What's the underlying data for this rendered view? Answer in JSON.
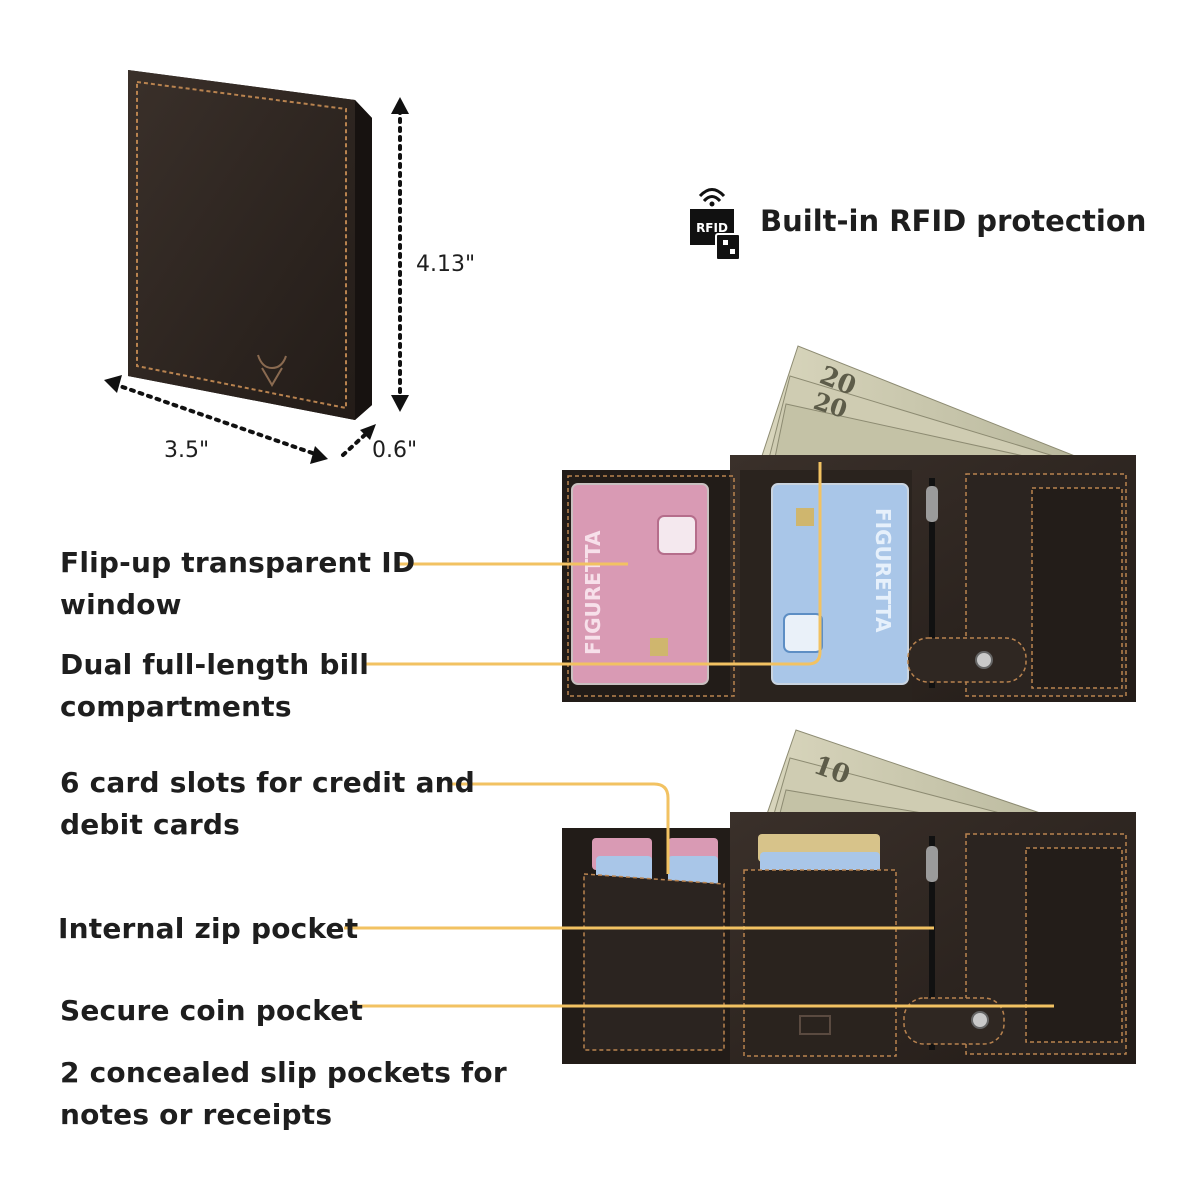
{
  "dimensions": {
    "height": "4.13\"",
    "width": "3.5\"",
    "depth": "0.6\""
  },
  "rfid": {
    "badge_text": "RFID",
    "label": "Built-in RFID protection",
    "icon": "rfid-icon"
  },
  "features": [
    "Flip-up transparent ID window",
    "Dual full-length bill compartments",
    "6 card slots for credit and debit cards",
    "Internal zip pocket",
    "Secure coin pocket",
    "2 concealed slip pockets for notes or receipts"
  ],
  "feature_lines": {
    "f0": [
      "Flip-up transparent ID",
      "window"
    ],
    "f1": [
      "Dual full-length bill",
      "compartments"
    ],
    "f2": [
      "6 card slots for credit and",
      "debit cards"
    ],
    "f3": [
      "Internal zip pocket"
    ],
    "f4": [
      "Secure coin pocket"
    ],
    "f5": [
      "2 concealed slip pockets for",
      "notes or receipts"
    ]
  },
  "colors": {
    "leather": "#2e2621",
    "stitch": "#b9834f",
    "leader": "#f2c262",
    "text": "#1e1e1e"
  }
}
